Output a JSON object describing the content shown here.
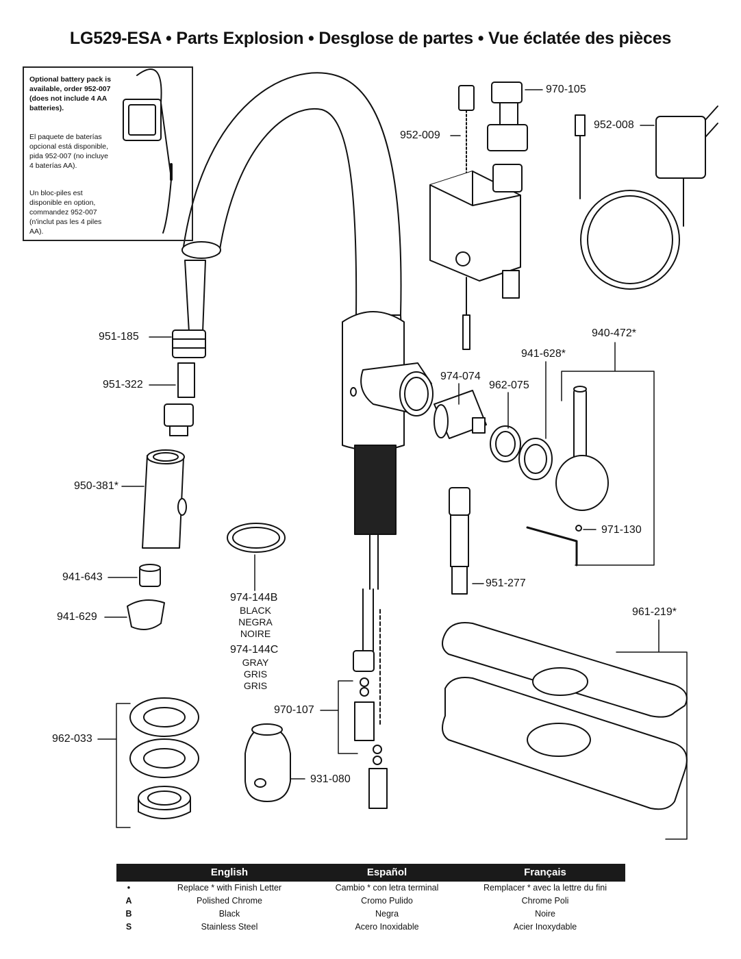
{
  "title": "LG529-ESA • Parts Explosion • Desglose de partes • Vue éclatée des pièces",
  "note": {
    "en": "Optional battery pack is available, order 952-007 (does not include 4 AA batteries).",
    "es": "El paquete de baterías opcional está disponible, pida 952-007 (no incluye 4 baterías AA).",
    "fr": "Un bloc-piles est disponible en option, commandez 952-007 (n'inclut pas les 4 piles AA)."
  },
  "parts": {
    "p970_105": "970-105",
    "p952_009": "952-009",
    "p952_008": "952-008",
    "p951_185": "951-185",
    "p951_322": "951-322",
    "p974_074": "974-074",
    "p962_075": "962-075",
    "p941_628": "941-628*",
    "p940_472": "940-472*",
    "p950_381": "950-381*",
    "p971_130": "971-130",
    "p941_643": "941-643",
    "p941_629": "941-629",
    "p951_277": "951-277",
    "p974_144b": "974-144B",
    "p974_144c": "974-144C",
    "p961_219": "961-219*",
    "p970_107": "970-107",
    "p962_033": "962-033",
    "p931_080": "931-080"
  },
  "color_b": [
    "BLACK",
    "NEGRA",
    "NOIRE"
  ],
  "color_c": [
    "GRAY",
    "GRIS",
    "GRIS"
  ],
  "legend": {
    "headers": [
      "English",
      "Español",
      "Français"
    ],
    "rows": [
      {
        "code": "•",
        "en": "Replace * with Finish Letter",
        "es": "Cambio * con letra terminal",
        "fr": "Remplacer * avec la lettre du fini"
      },
      {
        "code": "A",
        "en": "Polished Chrome",
        "es": "Cromo Pulido",
        "fr": "Chrome Poli"
      },
      {
        "code": "B",
        "en": "Black",
        "es": "Negra",
        "fr": "Noire"
      },
      {
        "code": "S",
        "en": "Stainless Steel",
        "es": "Acero Inoxidable",
        "fr": "Acier Inoxydable"
      }
    ]
  }
}
